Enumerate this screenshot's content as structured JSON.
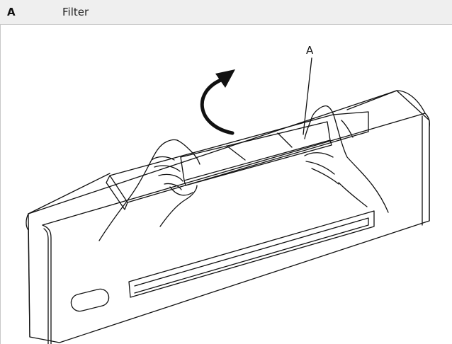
{
  "legend": {
    "key": "A",
    "label": "Filter"
  },
  "figure": {
    "callout_label": "A",
    "icons": [
      "rotate-arrow-icon"
    ],
    "colors": {
      "line": "#111111",
      "background": "#ffffff",
      "legend_background": "#efefef"
    }
  }
}
